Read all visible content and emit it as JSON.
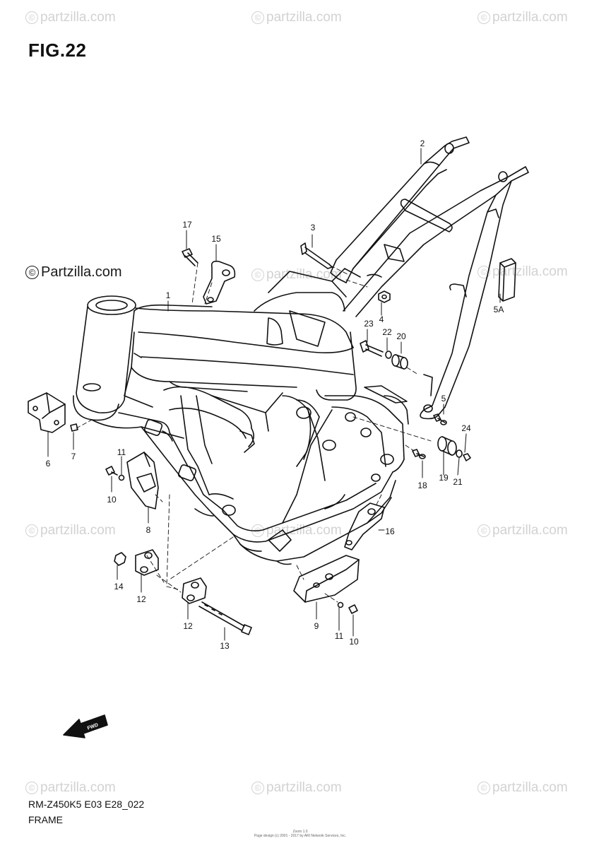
{
  "figure_title": "FIG.22",
  "watermark_text": "Partzilla.com",
  "watermark_brand": "partzilla.com",
  "watermark_symbol": "©",
  "model_code": "RM-Z450K5 E03 E28_022",
  "section_name": "FRAME",
  "fwd_label": "FWD",
  "fine_print_1": "Zoom 1.0",
  "fine_print_2": "Page design (c) 2001 - 2017 by ARI Network Services, Inc.",
  "callouts": [
    "1",
    "2",
    "3",
    "4",
    "5",
    "5A",
    "6",
    "7",
    "8",
    "9",
    "10",
    "10",
    "11",
    "11",
    "12",
    "12",
    "13",
    "14",
    "15",
    "16",
    "17",
    "18",
    "19",
    "20",
    "21",
    "22",
    "23",
    "24"
  ],
  "colors": {
    "line": "#111111",
    "watermark": "#d2d2d2"
  }
}
